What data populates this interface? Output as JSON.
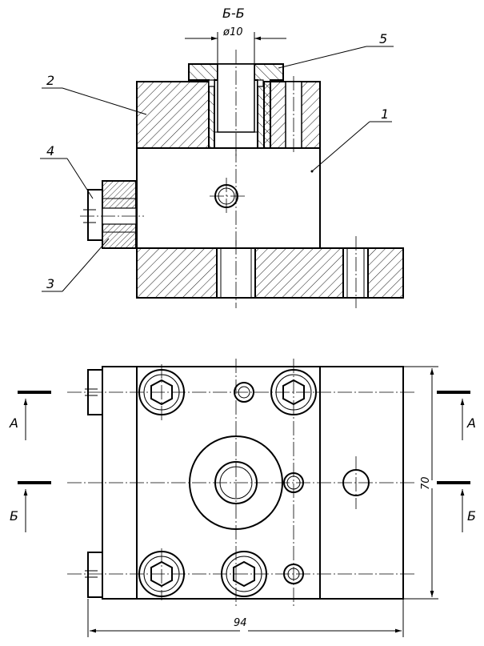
{
  "section_title": "Б-Б",
  "dimensions": {
    "hole_diameter": "ø10",
    "height": "70",
    "width": "94"
  },
  "callouts": {
    "part_1": "1",
    "part_2": "2",
    "part_3": "3",
    "part_4": "4",
    "part_5": "5"
  },
  "section_marks": {
    "a_left": "А",
    "a_right": "А",
    "b_left": "Б",
    "b_right": "Б"
  }
}
